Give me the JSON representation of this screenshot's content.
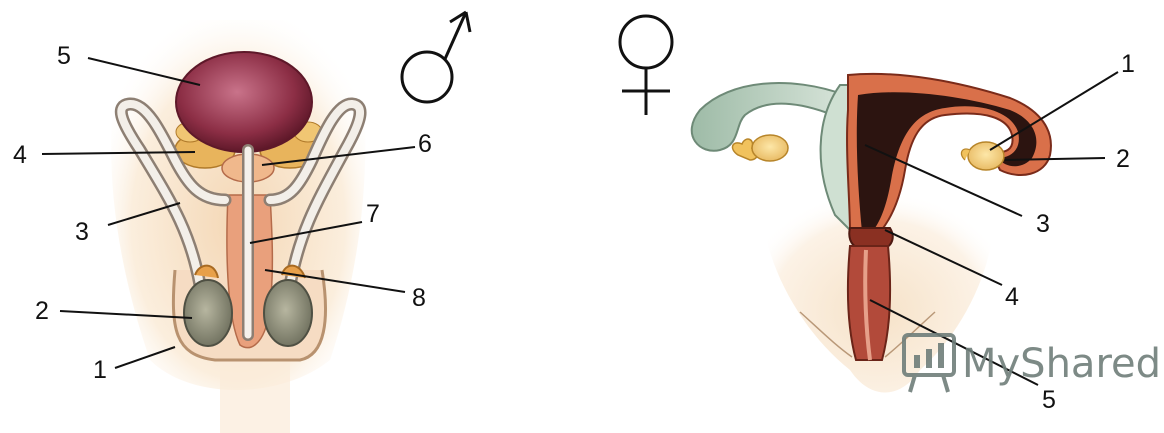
{
  "male_panel": {
    "symbol_icon": "male-symbol-icon",
    "labels": [
      "5",
      "4",
      "6",
      "3",
      "7",
      "8",
      "2",
      "1"
    ]
  },
  "female_panel": {
    "symbol_icon": "female-symbol-icon",
    "labels": [
      "1",
      "2",
      "3",
      "4",
      "5"
    ]
  },
  "watermark": {
    "icon": "chart-board-icon",
    "text": "MyShared",
    "color": "#6f7e7a"
  }
}
